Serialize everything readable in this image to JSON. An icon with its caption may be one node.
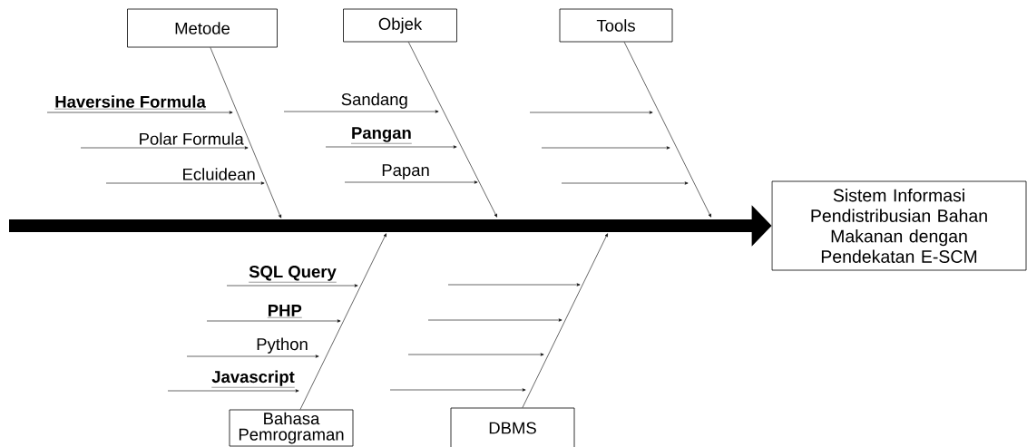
{
  "diagram": {
    "nodes": [
      {
        "text": [
          "Metode"
        ]
      },
      {
        "text": [
          "Objek"
        ]
      },
      {
        "text": [
          "Tools"
        ]
      },
      {
        "text": [
          "Sistem Informasi Pendistribusian Bahan Makanan dengan Pendekatan E-SCM"
        ]
      },
      {
        "text": [
          "Bahasa Pemrograman"
        ]
      },
      {
        "text": [
          "DBMS"
        ]
      }
    ],
    "edges": [
      {
        "from": 0,
        "to": null,
        "arrow": "to"
      },
      {
        "from": 1,
        "to": null,
        "arrow": "to"
      },
      {
        "from": 2,
        "to": null,
        "arrow": "to"
      },
      {
        "from": 4,
        "to": null,
        "arrow": "to"
      },
      {
        "from": 5,
        "to": null,
        "arrow": "to"
      },
      {
        "from": null,
        "to": 3,
        "arrow": "to",
        "style": "thick"
      }
    ],
    "labels": [
      "Haversine Formula",
      "Polar Formula",
      "Ecluidean",
      "Sandang",
      "Pangan",
      "Papan",
      "SQL Query",
      "PHP",
      "Python",
      "Javascript"
    ]
  }
}
